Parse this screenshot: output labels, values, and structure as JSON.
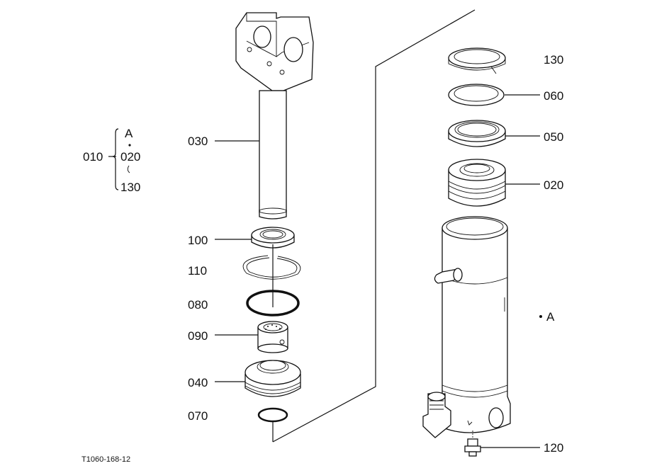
{
  "labels": {
    "p030": "030",
    "p100": "100",
    "p110": "110",
    "p080": "080",
    "p090": "090",
    "p040": "040",
    "p070": "070",
    "p130": "130",
    "p060": "060",
    "p050": "050",
    "p020": "020",
    "p120": "120",
    "ref_a": "A"
  },
  "assembly": {
    "parent": "010",
    "sub_a": "A",
    "sub_020": "020",
    "sub_130": "130"
  },
  "drawing_code": "T1060-168-12"
}
